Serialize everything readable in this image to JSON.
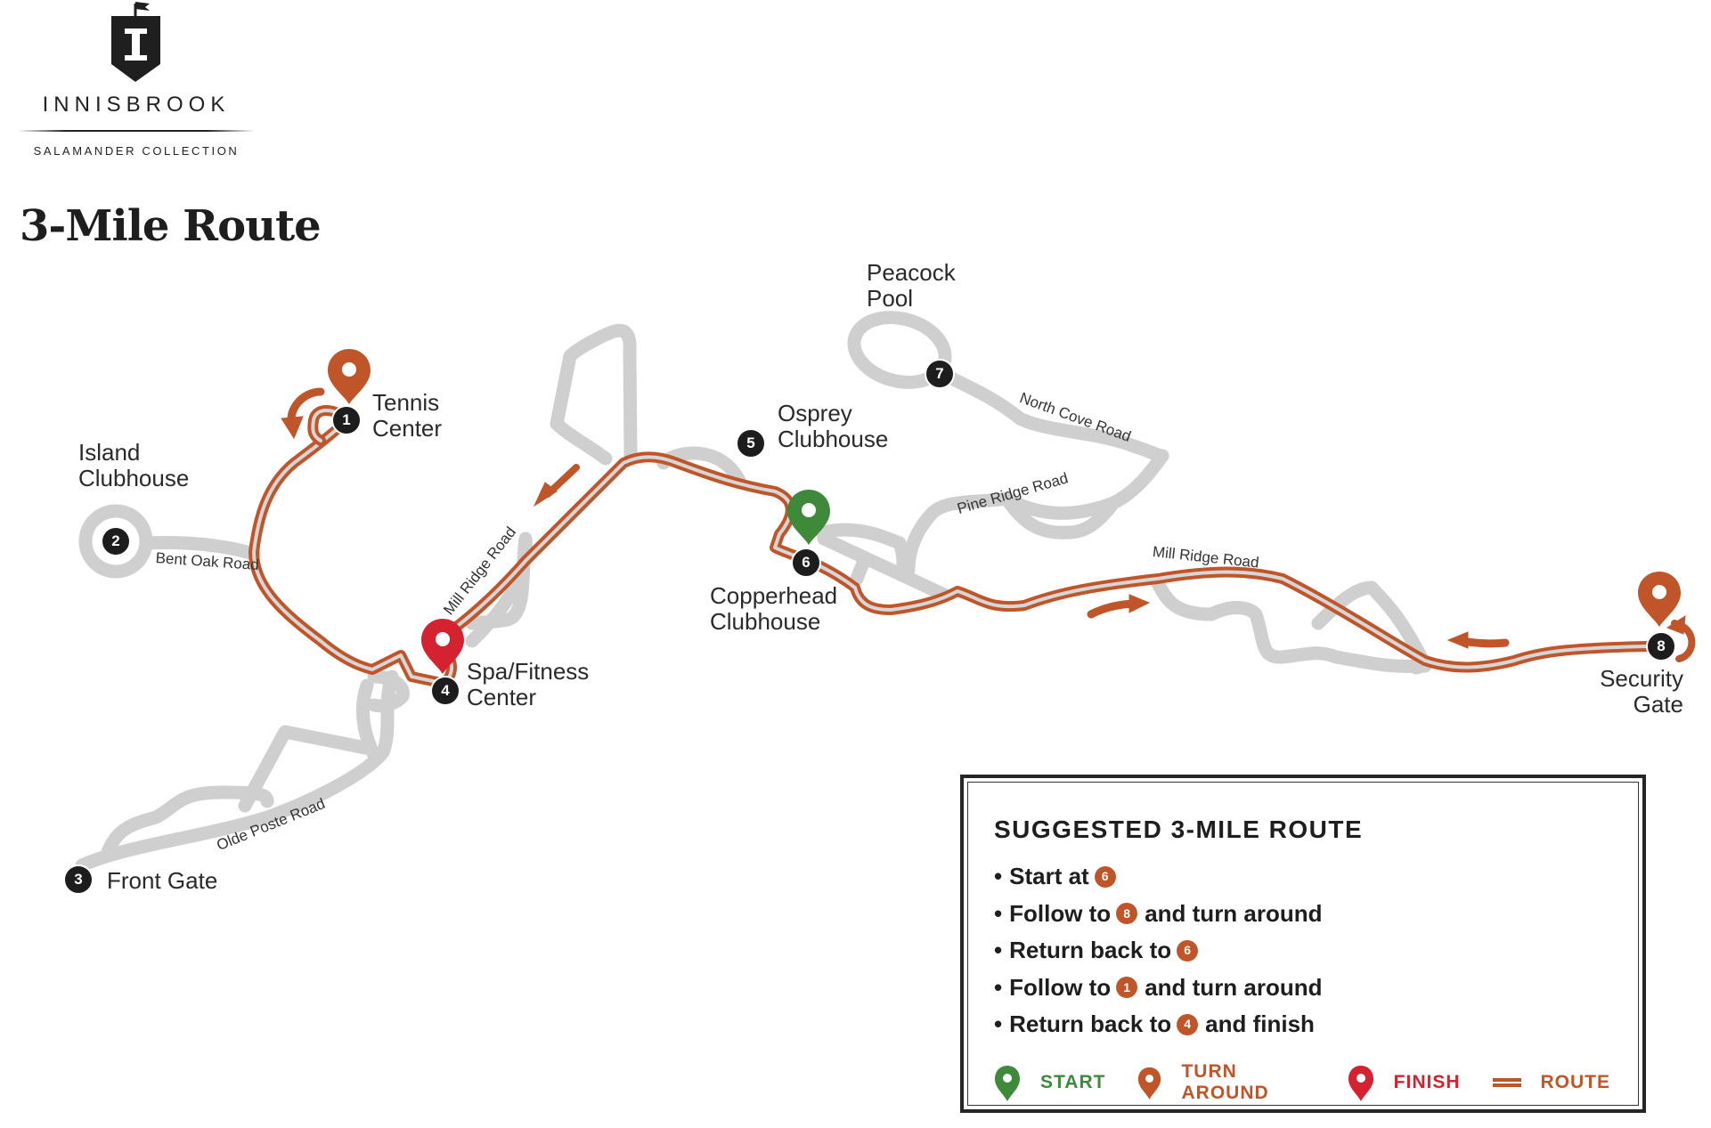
{
  "brand": {
    "name": "INNISBROOK",
    "subtitle": "SALAMANDER COLLECTION",
    "logo_icon": "shield-flag-logo-icon"
  },
  "page_title": "3-Mile Route",
  "colors": {
    "route": "#c0552a",
    "road": "#cfcfcf",
    "start": "#3e8a3a",
    "turn_around": "#c0552a",
    "finish": "#d42230",
    "node": "#1d1d1d"
  },
  "places": [
    {
      "num": "1",
      "name": "Tennis\nCenter"
    },
    {
      "num": "2",
      "name": "Island\nClubhouse"
    },
    {
      "num": "3",
      "name": "Front Gate"
    },
    {
      "num": "4",
      "name": "Spa/Fitness\nCenter"
    },
    {
      "num": "5",
      "name": "Osprey\nClubhouse"
    },
    {
      "num": "6",
      "name": "Copperhead\nClubhouse"
    },
    {
      "num": "7",
      "name": "Peacock\nPool"
    },
    {
      "num": "8",
      "name": "Security\nGate"
    }
  ],
  "roads": [
    {
      "name": "Bent Oak Road"
    },
    {
      "name": "Mill Ridge Road"
    },
    {
      "name": "Olde Poste Road"
    },
    {
      "name": "North Cove Road"
    },
    {
      "name": "Pine Ridge Road"
    },
    {
      "name": "Mill Ridge Road"
    }
  ],
  "legend": {
    "title": "SUGGESTED 3-MILE ROUTE",
    "steps": [
      {
        "bullet": "•",
        "before": "Start at",
        "badge": "6",
        "after": ""
      },
      {
        "bullet": "•",
        "before": "Follow to",
        "badge": "8",
        "after": "and turn around"
      },
      {
        "bullet": "•",
        "before": "Return back to",
        "badge": "6",
        "after": ""
      },
      {
        "bullet": "•",
        "before": "Follow to",
        "badge": "1",
        "after": "and turn around"
      },
      {
        "bullet": "•",
        "before": "Return back to",
        "badge": "4",
        "after": "and finish"
      }
    ],
    "key": [
      {
        "icon": "start-pin-icon",
        "label": "START"
      },
      {
        "icon": "turn-around-pin-icon",
        "label": "TURN AROUND"
      },
      {
        "icon": "finish-pin-icon",
        "label": "FINISH"
      },
      {
        "icon": "route-line-icon",
        "label": "ROUTE"
      }
    ]
  }
}
